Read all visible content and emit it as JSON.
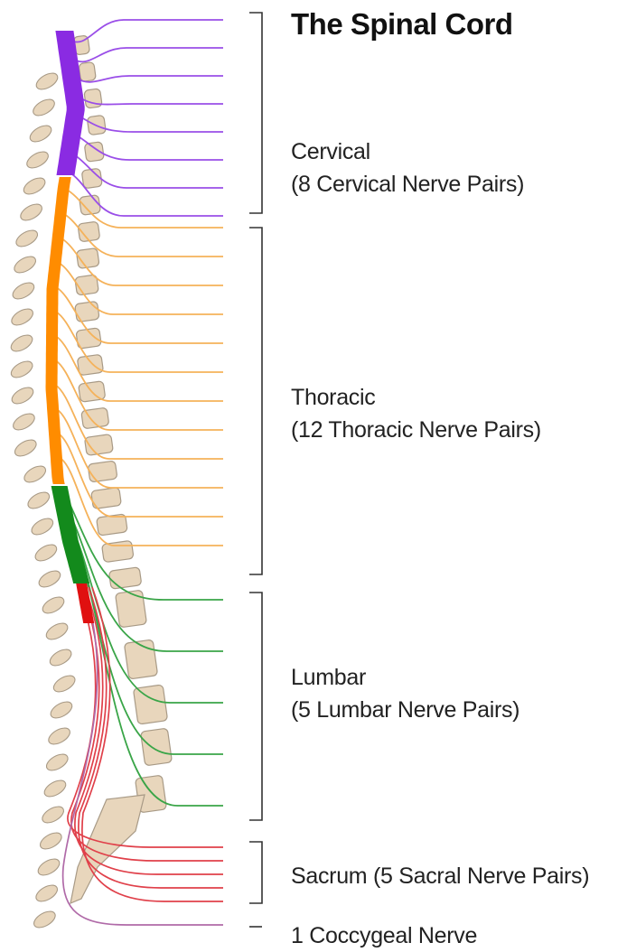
{
  "title": "The Spinal Cord",
  "regions": {
    "cervical": {
      "name": "Cervical",
      "detail": "(8 Cervical Nerve Pairs)",
      "color": "#9a4ee8",
      "cord_color": "#8a2be2",
      "nerve_count": 8
    },
    "thoracic": {
      "name": "Thoracic",
      "detail": "(12 Thoracic Nerve Pairs)",
      "color": "#f5b25a",
      "cord_color": "#ff8c00",
      "nerve_count": 12
    },
    "lumbar": {
      "name": "Lumbar",
      "detail": "(5 Lumbar Nerve Pairs)",
      "color": "#3aa548",
      "cord_color": "#138a1c",
      "nerve_count": 5
    },
    "sacrum": {
      "label": "Sacrum (5 Sacral Nerve Pairs)",
      "color": "#e0404a",
      "cord_color": "#e01010",
      "nerve_count": 5
    },
    "coccygeal": {
      "label": "1 Coccygeal Nerve",
      "color": "#b06aa8",
      "nerve_count": 1
    }
  },
  "colors": {
    "bone": "#e8d6bc",
    "bone_stroke": "#a89a86",
    "bracket": "#333333"
  }
}
